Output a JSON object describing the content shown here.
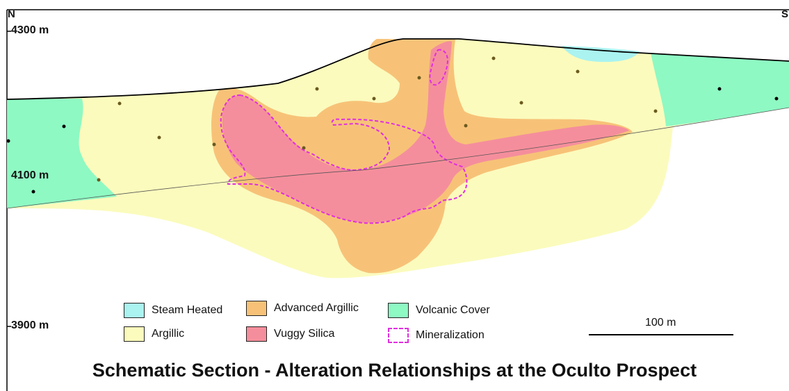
{
  "section": {
    "title": "Schematic Section - Alteration Relationships at the Oculto Prospect",
    "north_label": "N",
    "south_label": "S",
    "elevations": [
      "4300 m",
      "4100 m",
      "3900 m"
    ]
  },
  "legend": [
    {
      "label": "Steam Heated",
      "color": "#aaf3f0",
      "style": "fill"
    },
    {
      "label": "Advanced Argillic",
      "color": "#f7c278",
      "style": "fill"
    },
    {
      "label": "Volcanic Cover",
      "color": "#8ef9c3",
      "style": "fill"
    },
    {
      "label": "Argillic",
      "color": "#fbfbbd",
      "style": "fill"
    },
    {
      "label": "Vuggy Silica",
      "color": "#f58e9c",
      "style": "fill"
    },
    {
      "label": "Mineralization",
      "color": "#e02ee0",
      "style": "dashed"
    }
  ],
  "scale_bar": {
    "label": "100 m"
  }
}
